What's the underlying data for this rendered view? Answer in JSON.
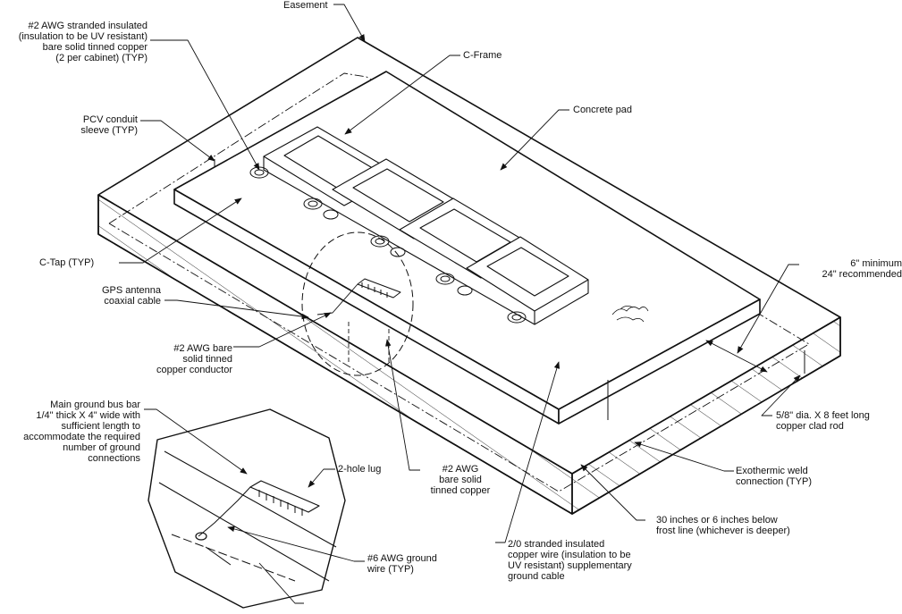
{
  "labels": {
    "easement": "Easement",
    "awg2_stranded": [
      "#2 AWG stranded insulated",
      "(insulation to be UV resistant)",
      "bare solid tinned copper",
      "(2 per cabinet) (TYP)"
    ],
    "c_frame": "C-Frame",
    "concrete_pad": "Concrete pad",
    "pcv_conduit": [
      "PCV conduit",
      "sleeve (TYP)"
    ],
    "c_tap": "C-Tap (TYP)",
    "gps_antenna": [
      "GPS antenna",
      "coaxial cable"
    ],
    "awg2_bare_left": [
      "#2 AWG bare",
      "solid tinned",
      "copper conductor"
    ],
    "six_inch_min": [
      "6\" minimum",
      "24\" recommended"
    ],
    "ground_rod": [
      "5/8\" dia. X 8 feet long",
      "copper clad rod"
    ],
    "main_ground_bus": [
      "Main ground bus bar",
      "1/4\" thick X 4\" wide with",
      "sufficient length to",
      "accommodate the required",
      "number of ground",
      "connections"
    ],
    "two_hole_lug": "2-hole lug",
    "awg2_bare_center": [
      "#2 AWG",
      "bare solid",
      "tinned copper"
    ],
    "exothermic": [
      "Exothermic weld",
      "connection (TYP)"
    ],
    "thirty_inches": [
      "30 inches or 6 inches below",
      "frost line (whichever is deeper)"
    ],
    "stranded_2_0": [
      "2/0 stranded insulated",
      "copper wire (insulation to be",
      "UV resistant) supplementary",
      "ground cable"
    ],
    "awg6_ground": [
      "#6 AWG ground",
      "wire (TYP)"
    ]
  }
}
